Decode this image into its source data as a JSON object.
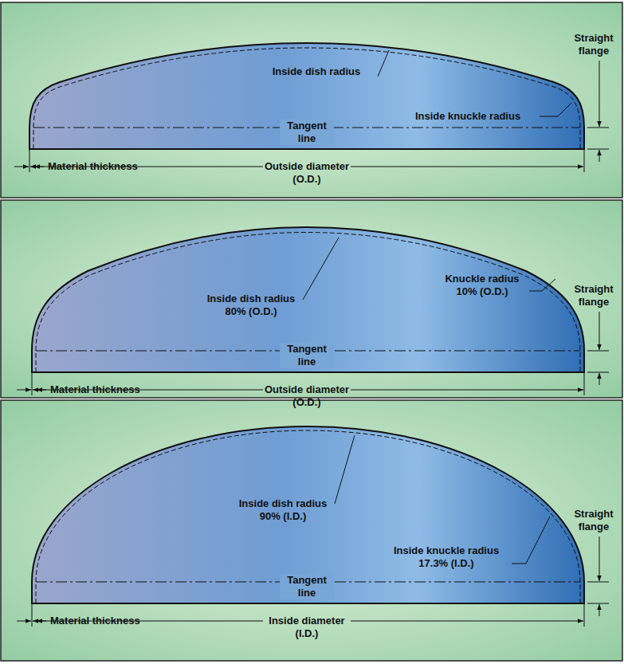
{
  "diagram": {
    "labels": [
      "Inside dish radius",
      "Straight flange",
      "Inside knuckle radius",
      "Tangent line",
      "Material thickness",
      "Outside diameter (O.D.)",
      "Inside dish radius 80% (O.D.)",
      "Straight flange",
      "Knuckle radius 10% (O.D.)",
      "Tangent line",
      "Material thickness",
      "Outside diameter (O.D.)",
      "Inside dish radius 90% (I.D.)",
      "Straight flange",
      "Inside knuckle radius 17.3% (I.D.)",
      "Tangent line",
      "Material thickness",
      "Inside diameter (I.D.)"
    ]
  }
}
